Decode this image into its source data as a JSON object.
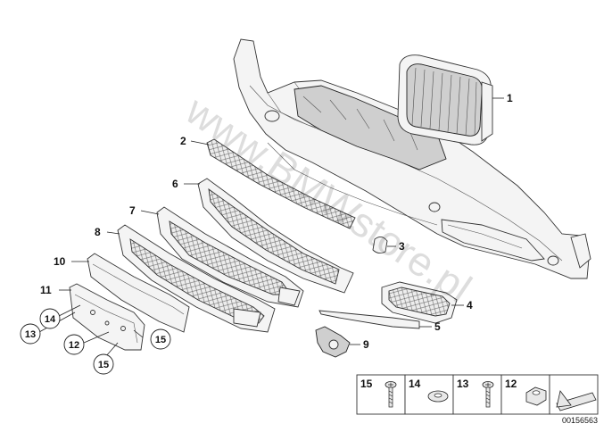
{
  "watermark": "www.BMWstore.pl",
  "diagram_id": "00156563",
  "callouts": [
    {
      "label": "1"
    },
    {
      "label": "2"
    },
    {
      "label": "3"
    },
    {
      "label": "4"
    },
    {
      "label": "5"
    },
    {
      "label": "6"
    },
    {
      "label": "7"
    },
    {
      "label": "8"
    },
    {
      "label": "9"
    },
    {
      "label": "10"
    },
    {
      "label": "11"
    }
  ],
  "circled_callouts": [
    {
      "label": "14"
    },
    {
      "label": "13"
    },
    {
      "label": "12"
    },
    {
      "label": "15"
    },
    {
      "label": "15"
    }
  ],
  "legend": [
    {
      "label": "15",
      "icon": "screw-icon"
    },
    {
      "label": "14",
      "icon": "washer-icon"
    },
    {
      "label": "13",
      "icon": "screw-icon"
    },
    {
      "label": "12",
      "icon": "nut-icon"
    },
    {
      "label": "",
      "icon": "arrow-symbol-icon"
    }
  ]
}
